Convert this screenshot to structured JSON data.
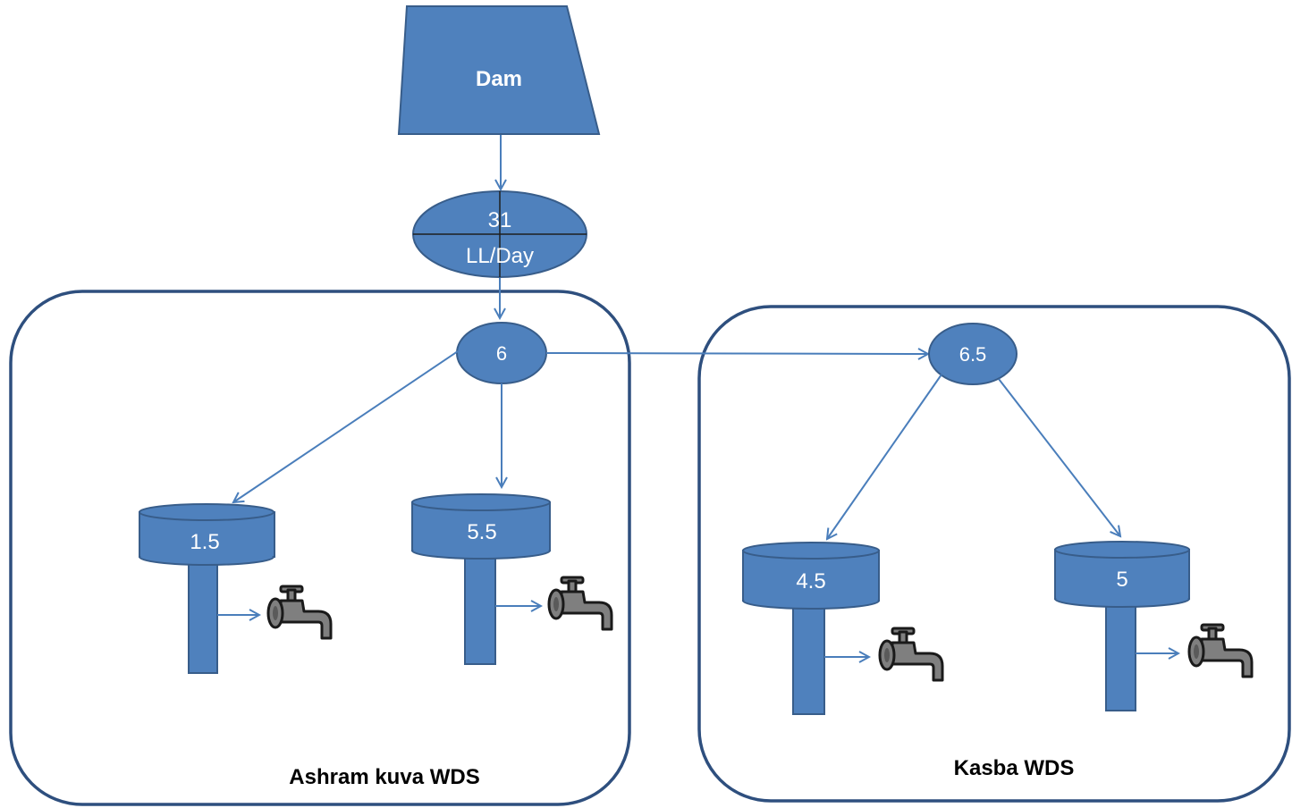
{
  "dam": {
    "label": "Dam"
  },
  "source": {
    "value": "31",
    "unit": "LL/Day"
  },
  "ashram": {
    "title": "Ashram kuva WDS",
    "node": "6",
    "tanks": [
      "1.5",
      "5.5"
    ]
  },
  "kasba": {
    "title": "Kasba WDS",
    "node": "6.5",
    "tanks": [
      "4.5",
      "5"
    ]
  },
  "colors": {
    "shape_fill": "#4f81bd",
    "shape_stroke": "#385d8a",
    "arrow": "#4a7ebb",
    "region_border": "#2e4f7e",
    "tap": "#7f7f7f"
  },
  "icons": {
    "tap": "water-tap-icon"
  }
}
